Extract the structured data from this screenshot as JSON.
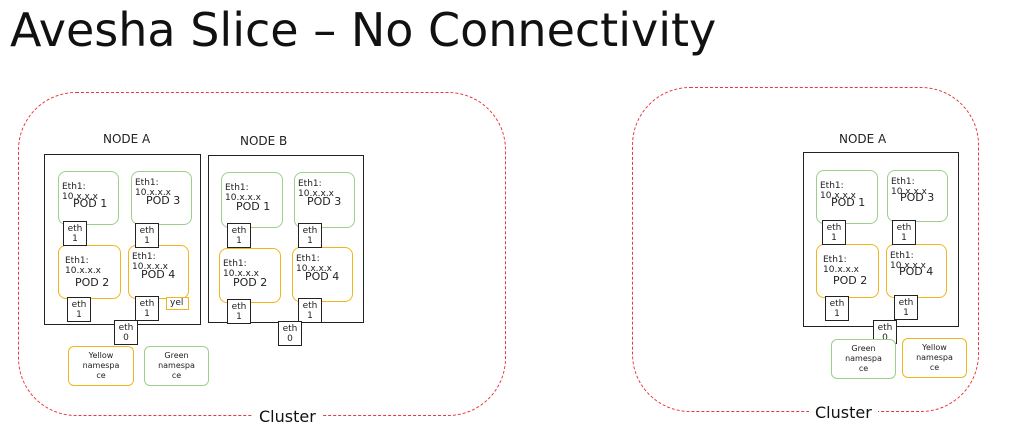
{
  "title": "Avesha Slice – No Connectivity",
  "pod_eth_label": "Eth1:\n10.x.x.x",
  "eth1_label": "eth\n1",
  "eth0_label": "eth\n0",
  "clusters": [
    {
      "label": "Cluster",
      "nodes": [
        {
          "label": "NODE A",
          "pods": [
            "POD 1",
            "POD 3",
            "POD 2",
            "POD 4"
          ],
          "tag": "yel"
        },
        {
          "label": "NODE B",
          "pods": [
            "POD 1",
            "POD 3",
            "POD 2",
            "POD 4"
          ]
        }
      ],
      "namespaces": [
        "Yellow\nnamespa\nce",
        "Green\nnamespa\nce"
      ]
    },
    {
      "label": "Cluster",
      "nodes": [
        {
          "label": "NODE A",
          "pods": [
            "POD 1",
            "POD 3",
            "POD 2",
            "POD 4"
          ]
        }
      ],
      "namespaces": [
        "Green\nnamespa\nce",
        "Yellow\nnamespa\nce"
      ]
    }
  ],
  "colors": {
    "cluster_border": "#e8383d",
    "green_namespace": "#9ccf8c",
    "yellow_namespace": "#f1b51c"
  }
}
